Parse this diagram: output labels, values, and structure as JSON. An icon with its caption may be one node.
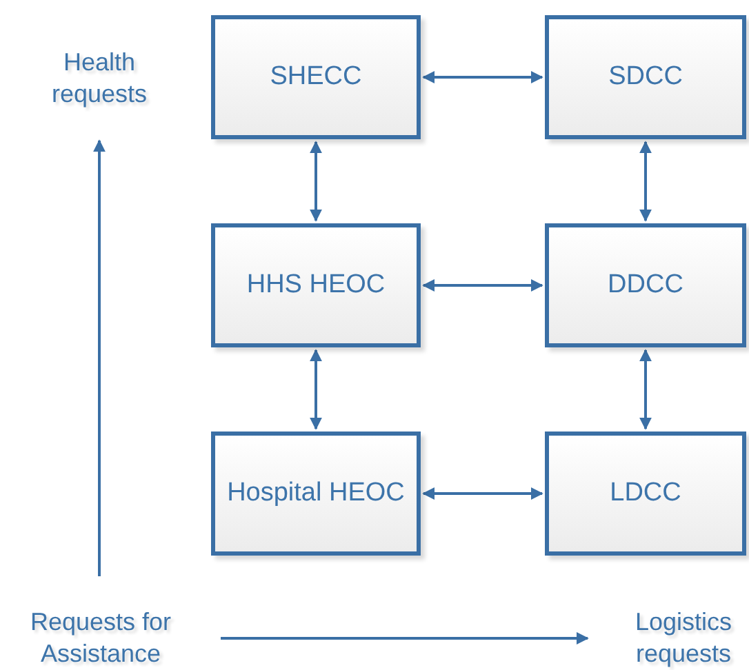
{
  "diagram": {
    "nodes": [
      {
        "text": [
          "Health requests"
        ]
      },
      {
        "text": [
          "SHECC"
        ]
      },
      {
        "text": [
          "SDCC"
        ]
      },
      {
        "text": [
          "HHS HEOC"
        ]
      },
      {
        "text": [
          "DDCC"
        ]
      },
      {
        "text": [
          "Hospital HEOC"
        ]
      },
      {
        "text": [
          "LDCC"
        ]
      },
      {
        "text": [
          "Requests for Assistance"
        ]
      },
      {
        "text": [
          "Logistics requests"
        ]
      }
    ],
    "edges": [
      {
        "from": 1,
        "to": 2,
        "arrow": "both"
      },
      {
        "from": 1,
        "to": 3,
        "arrow": "both"
      },
      {
        "from": 2,
        "to": 4,
        "arrow": "both"
      },
      {
        "from": 3,
        "to": 4,
        "arrow": "both"
      },
      {
        "from": 3,
        "to": 5,
        "arrow": "both"
      },
      {
        "from": 4,
        "to": 6,
        "arrow": "both"
      },
      {
        "from": 5,
        "to": 6,
        "arrow": "both"
      },
      {
        "from": 7,
        "to": 0,
        "arrow": "to"
      },
      {
        "from": 7,
        "to": 8,
        "arrow": "to"
      }
    ]
  }
}
